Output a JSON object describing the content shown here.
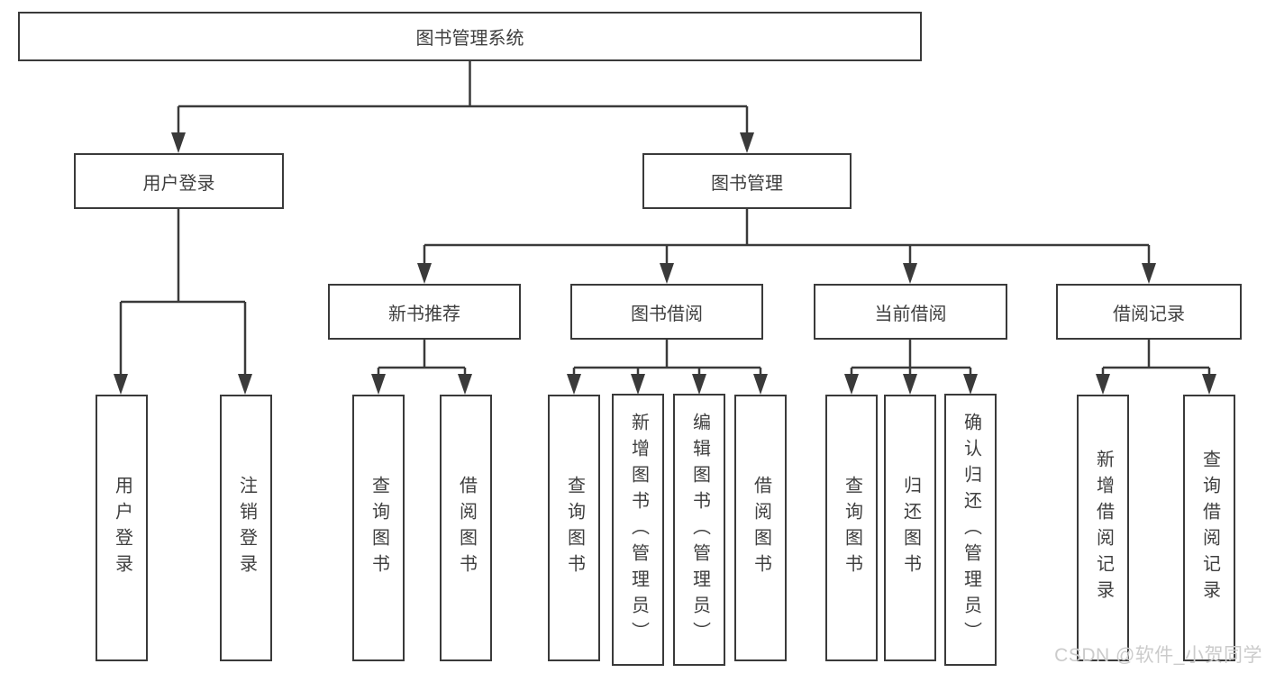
{
  "diagram": {
    "root": {
      "label": "图书管理系统"
    },
    "level2": [
      {
        "label": "用户登录"
      },
      {
        "label": "图书管理"
      }
    ],
    "level3": [
      {
        "label": "新书推荐"
      },
      {
        "label": "图书借阅"
      },
      {
        "label": "当前借阅"
      },
      {
        "label": "借阅记录"
      }
    ],
    "leaves": {
      "user_login": [
        {
          "label": "用户登录"
        },
        {
          "label": "注销登录"
        }
      ],
      "new_book": [
        {
          "label": "查询图书"
        },
        {
          "label": "借阅图书"
        }
      ],
      "book_borrow": [
        {
          "label": "查询图书"
        },
        {
          "label": "新增图书（管理员）"
        },
        {
          "label": "编辑图书（管理员）"
        },
        {
          "label": "借阅图书"
        }
      ],
      "current_borrow": [
        {
          "label": "查询图书"
        },
        {
          "label": "归还图书"
        },
        {
          "label": "确认归还（管理员）"
        }
      ],
      "borrow_record": [
        {
          "label": "新增借阅记录"
        },
        {
          "label": "查询借阅记录"
        }
      ]
    }
  },
  "watermark": {
    "text": "CSDN @软件_小贺同学"
  },
  "colors": {
    "line": "#3a3a3a",
    "text": "#3f3f3f",
    "watermark": "#cbcbcb",
    "background": "#ffffff"
  }
}
